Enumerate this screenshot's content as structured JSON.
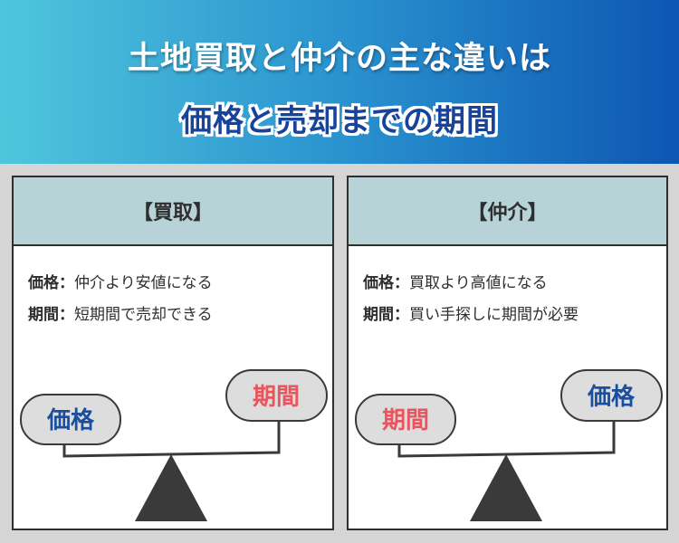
{
  "header": {
    "title_line1": "土地買取と仲介の主な違いは",
    "title_line2": "価格と売却までの期間"
  },
  "colors": {
    "header_gradient_start": "#4fc6dc",
    "header_gradient_end": "#0d56b2",
    "panel_head_bg": "#b7d3d8",
    "price_label": "#1a4fa0",
    "period_label": "#e8555f",
    "pill_fill": "#dddddd",
    "triangle_fill": "#3a3a3a"
  },
  "panels": [
    {
      "heading": "【買取】",
      "rows": [
        {
          "key": "価格",
          "sep": "：",
          "value": "仲介より安値になる"
        },
        {
          "key": "期間",
          "sep": "：",
          "value": "短期間で売却できる"
        }
      ],
      "scale": {
        "low_side": "価格",
        "high_side": "期間"
      }
    },
    {
      "heading": "【仲介】",
      "rows": [
        {
          "key": "価格",
          "sep": "：",
          "value": "買取より高値になる"
        },
        {
          "key": "期間",
          "sep": "：",
          "value": "買い手探しに期間が必要"
        }
      ],
      "scale": {
        "low_side": "期間",
        "high_side": "価格"
      }
    }
  ]
}
